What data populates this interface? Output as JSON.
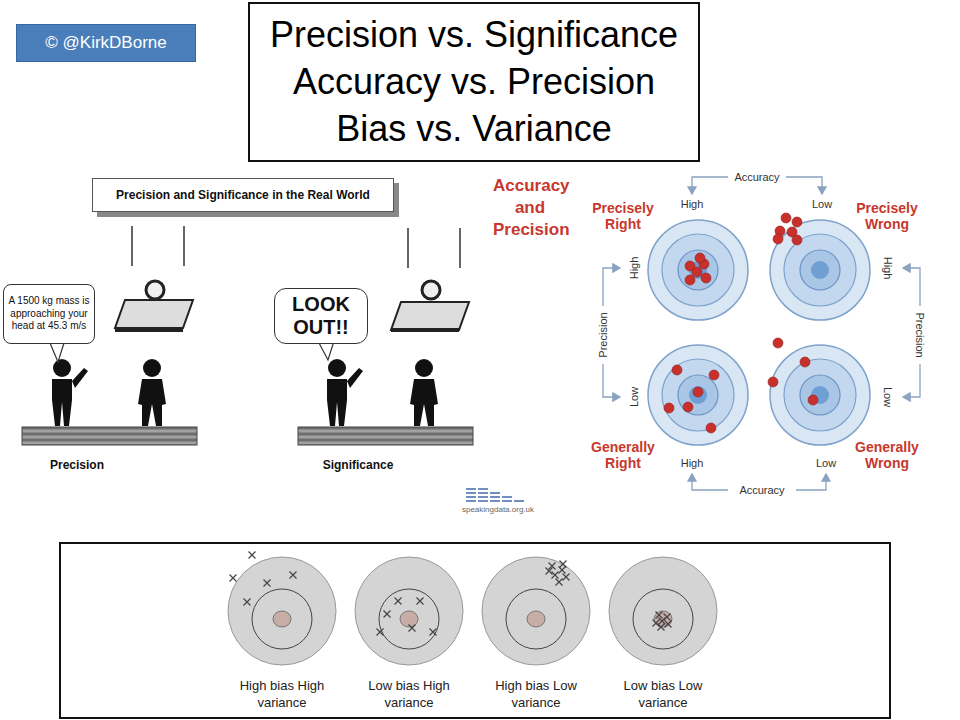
{
  "diagram": {
    "title": "Precision vs. Significance Accuracy vs. Precision Bias vs. Variance",
    "nodes": [
      {
        "text": [
          "© @KirkDBorne"
        ]
      },
      {
        "text": [
          "Precision and Significance in the Real World"
        ]
      },
      {
        "text": [
          "A 1500 kg mass is approaching your head at 45.3 m/s"
        ]
      },
      {
        "text": [
          "LOOK OUT!!"
        ]
      }
    ],
    "labels": [
      "Precision",
      "Significance",
      "Accuracy and Precision",
      "Accuracy",
      "High",
      "Low",
      "Precisely Right",
      "Precisely Wrong",
      "High",
      "Precision",
      "Low",
      "High",
      "Precision",
      "Low",
      "Generally Right",
      "Generally Wrong",
      "High",
      "Low",
      "Accuracy",
      "speakingdata.org.uk",
      "High bias High variance",
      "Low bias High variance",
      "High bias Low variance",
      "Low bias Low variance"
    ]
  }
}
